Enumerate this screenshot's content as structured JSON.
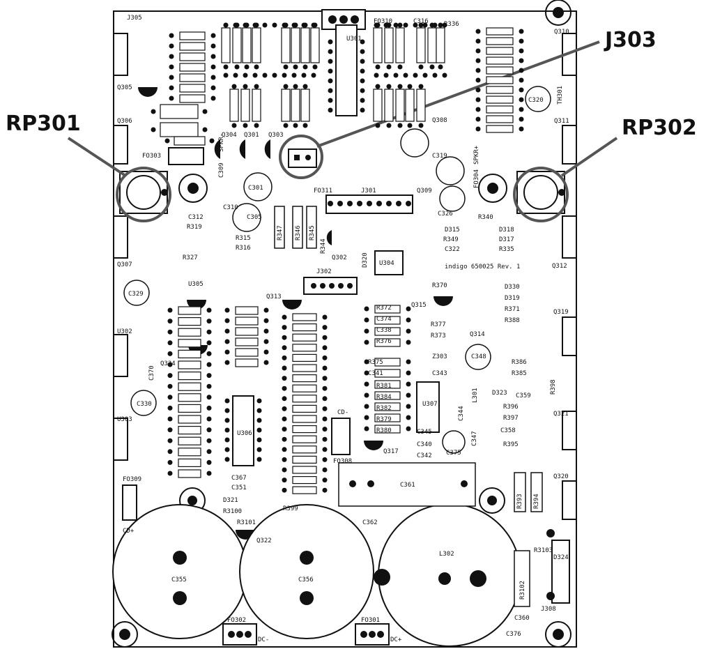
{
  "callouts": {
    "rp301": "RP301",
    "j303": "J303",
    "rp302": "RP302"
  },
  "board": {
    "revision_label": "indigo 650025 Rev. 1",
    "small_labels": {
      "j305": "J305",
      "fo310": "FO310",
      "c316": "C316",
      "r336": "R336",
      "u301": "U301",
      "q310": "Q310",
      "q305": "Q305",
      "q306": "Q306",
      "fo303": "FO303",
      "spkr_minus": "SPKR-",
      "spkr_plus": "SPKR+",
      "q304": "Q304",
      "q301": "Q301",
      "q303": "Q303",
      "q308": "Q308",
      "q309": "Q309",
      "q311": "Q311",
      "c309": "C309",
      "c301": "C301",
      "c310": "C310",
      "c305": "C305",
      "c319": "C319",
      "c326": "C326",
      "fo311": "FO311",
      "j301": "J301",
      "fo304": "FO304",
      "th301": "TH301",
      "c320": "C320",
      "c312": "C312",
      "r319": "R319",
      "r315": "R315",
      "r316": "R316",
      "r327": "R327",
      "q307": "Q307",
      "r347": "R347",
      "r346": "R346",
      "r345": "R345",
      "r344": "R344",
      "q302": "Q302",
      "d320": "D320",
      "u304": "U304",
      "d315": "D315",
      "r349": "R349",
      "c322": "C322",
      "d318": "D318",
      "d317": "D317",
      "r335": "R335",
      "r340": "R340",
      "q312": "Q312",
      "c329": "C329",
      "u305": "U305",
      "q313": "Q313",
      "j302": "J302",
      "r370": "R370",
      "q315": "Q315",
      "d330": "D330",
      "d319": "D319",
      "r371": "R371",
      "r388": "R388",
      "q319": "Q319",
      "u302": "U302",
      "c370": "C370",
      "q324": "Q324",
      "c330": "C330",
      "u303": "U303",
      "u306": "U306",
      "c361": "C361",
      "u307": "U307",
      "q314": "Q314",
      "c348": "C348",
      "z303": "Z303",
      "fo308": "FO308",
      "q317": "Q317",
      "c375": "C375",
      "q321": "Q321",
      "q320": "Q320",
      "r393": "R393",
      "r394": "R394",
      "fo309": "FO309",
      "cd_plus": "CD+",
      "cd_minus": "CD-",
      "c355": "C355",
      "c356": "C356",
      "l302": "L302",
      "fo302": "FO302",
      "fo301": "FO301",
      "dc_minus": "DC-",
      "dc_plus": "DC+",
      "r3102": "R3102",
      "r3103": "R3103",
      "d324": "D324",
      "j308": "J308",
      "c376": "C376",
      "c360": "C360",
      "c362": "C362",
      "r399": "R399",
      "q322": "Q322",
      "d321": "D321",
      "r3100": "R3100",
      "r3101": "R3101",
      "c367": "C367",
      "c351": "C351",
      "r386": "R386",
      "r385": "R385",
      "d323": "D323",
      "r396": "R396",
      "r397": "R397",
      "r395": "R395",
      "c358": "C358",
      "c359": "C359",
      "r398": "R398",
      "l301": "L301",
      "c344": "C344",
      "c345": "C345",
      "c340": "C340",
      "c342": "C342",
      "c347": "C347",
      "r375": "R375",
      "c341": "C341",
      "c343": "C343",
      "r381": "R381",
      "r384": "R384",
      "r382": "R382",
      "r379": "R379",
      "r380": "R380",
      "r372": "R372",
      "c374": "C374",
      "c338": "C338",
      "r376": "R376",
      "r377": "R377",
      "r373": "R373"
    }
  }
}
